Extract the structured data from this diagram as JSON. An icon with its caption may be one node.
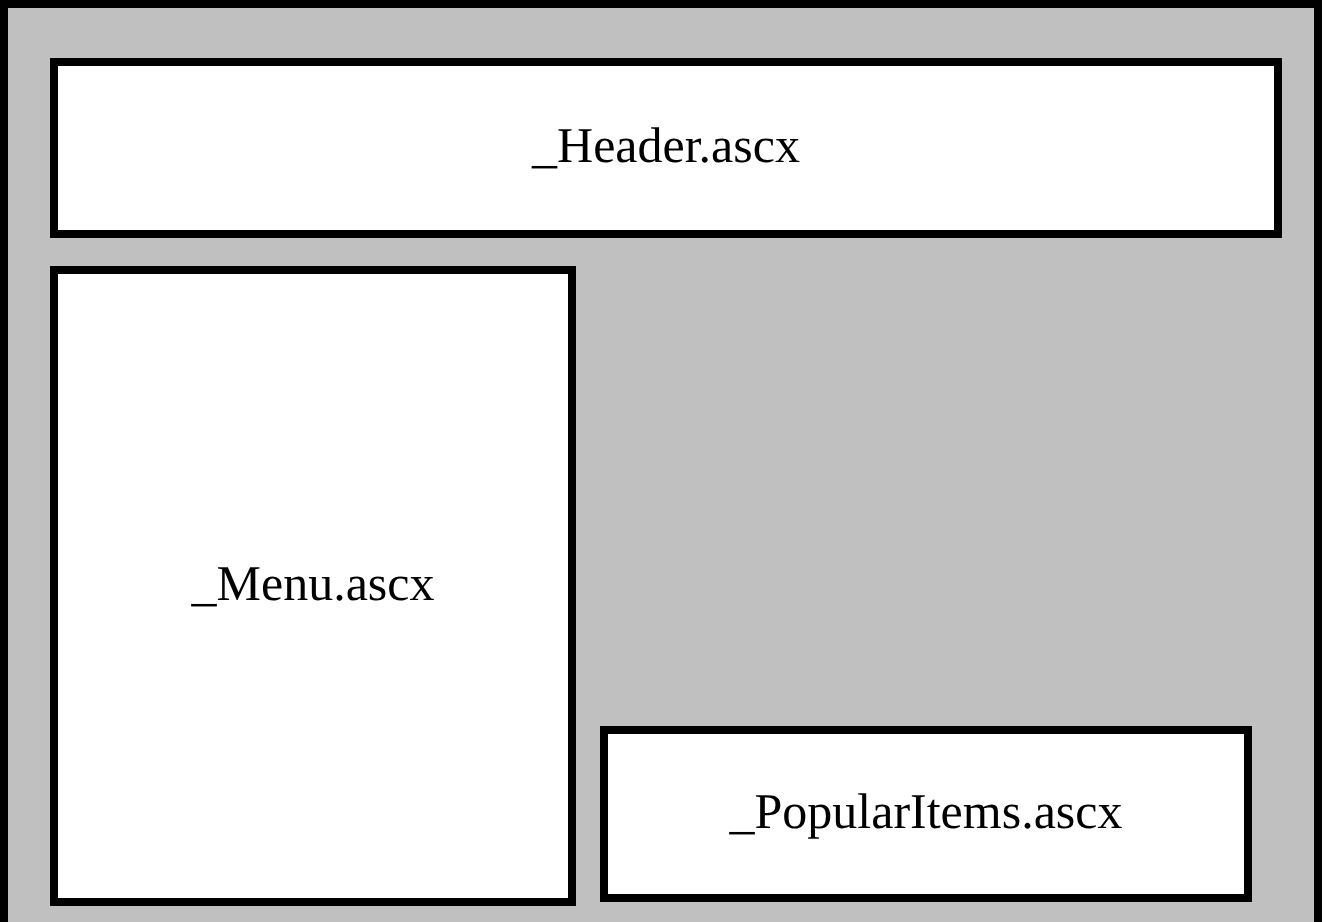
{
  "diagram": {
    "nodes": [
      {
        "text": [],
        "shape": "box"
      },
      {
        "text": [
          "_Header.ascx"
        ],
        "in": 0
      },
      {
        "text": [
          "_Menu.ascx"
        ],
        "in": 0
      },
      {
        "text": [
          "_PopularItems.ascx"
        ],
        "in": 0
      }
    ]
  }
}
